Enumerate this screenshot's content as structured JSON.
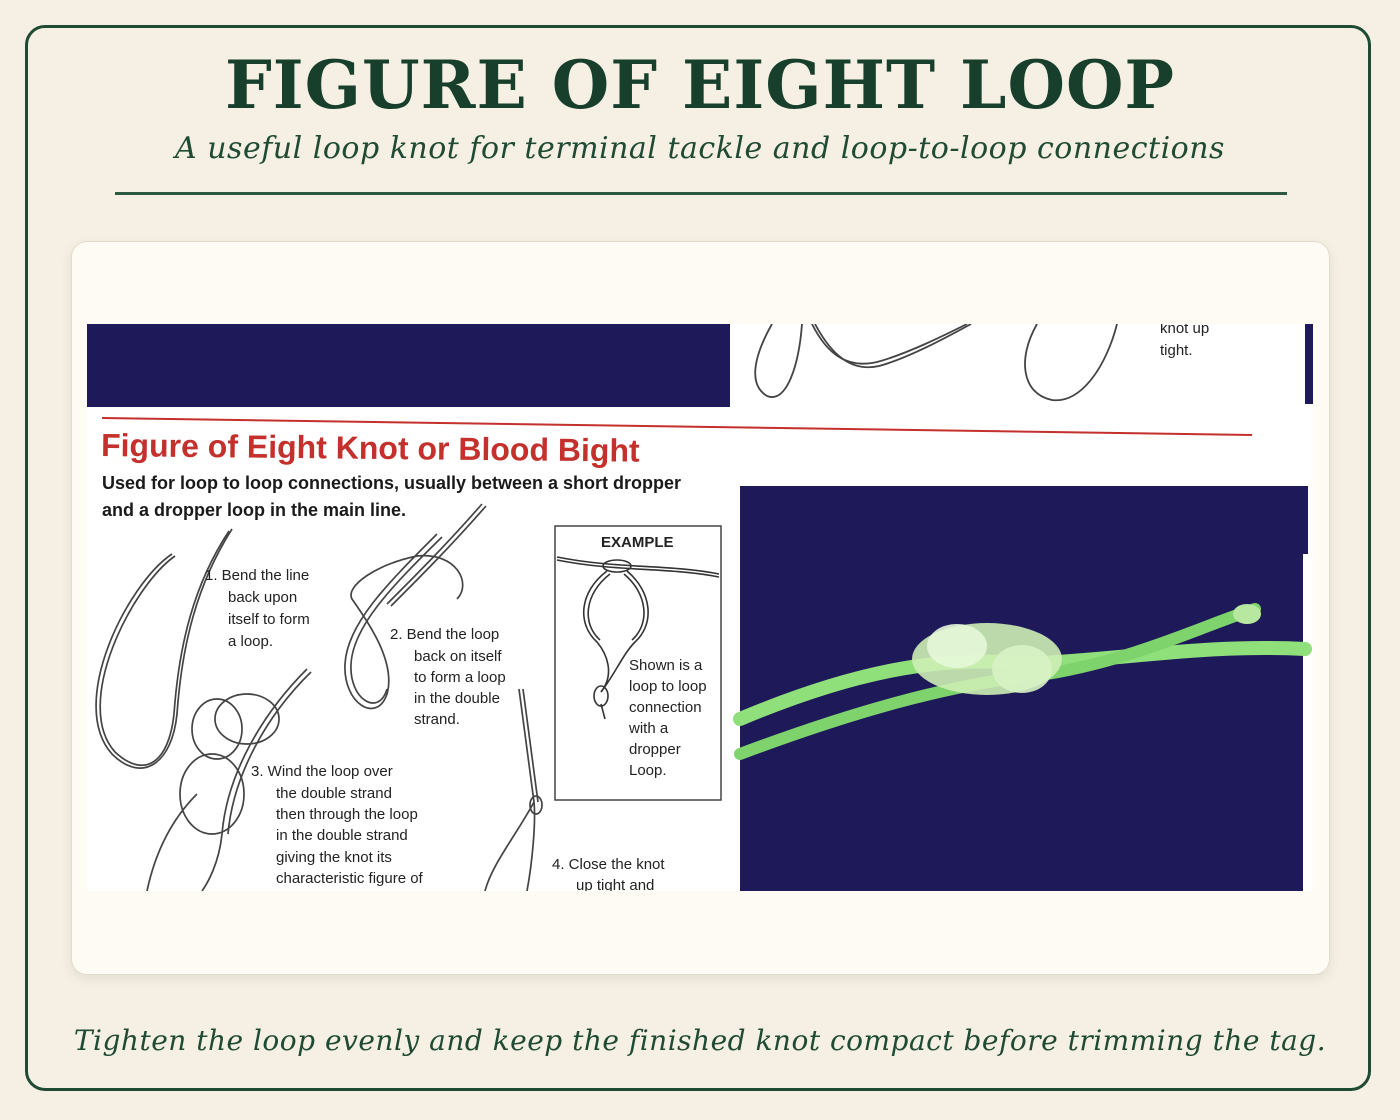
{
  "header": {
    "title": "FIGURE OF EIGHT LOOP",
    "subtitle": "A useful loop knot for terminal tackle and loop-to-loop connections"
  },
  "figure": {
    "heading": "Figure of Eight Knot or Blood Bight",
    "intro_line1": "Used for loop to loop connections, usually between a short dropper",
    "intro_line2": "and a dropper loop in the main line.",
    "top_fragment_1": "knot up",
    "top_fragment_2": "tight.",
    "step1": [
      "1. Bend the line",
      "back upon",
      "itself to form",
      "a loop."
    ],
    "step2": [
      "2. Bend the loop",
      "back on itself",
      "to form a loop",
      "in the double",
      "strand."
    ],
    "step3": [
      "3. Wind the loop over",
      "the double strand",
      "then through the loop",
      "in the double strand",
      "giving the knot its",
      "characteristic figure of"
    ],
    "step4": [
      "4. Close the knot",
      "up tight and"
    ],
    "example": {
      "label": "EXAMPLE",
      "caption": [
        "Shown is a",
        "loop to loop",
        "connection",
        "with a",
        "dropper",
        "Loop."
      ]
    },
    "colors": {
      "heading_red": "#c4302b",
      "navy": "#1e1a5a",
      "line_green": "#8fe07a"
    }
  },
  "footer": {
    "note": "Tighten the loop evenly and keep the finished knot compact before trimming the tag."
  }
}
